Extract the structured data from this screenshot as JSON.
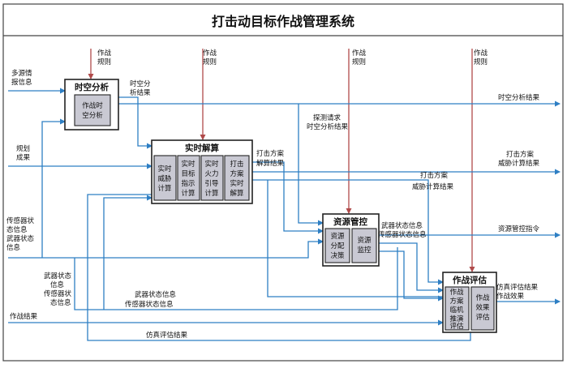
{
  "title": "打击动目标作战管理系统",
  "modules": {
    "spatio": {
      "title": "时空分析",
      "subs": [
        [
          "作战时",
          "空分析"
        ]
      ]
    },
    "realtime": {
      "title": "实时解算",
      "subs": [
        [
          "实时",
          "威胁",
          "计算"
        ],
        [
          "实时",
          "目标",
          "指示",
          "计算"
        ],
        [
          "实时",
          "火力",
          "引导",
          "计算"
        ],
        [
          "打击",
          "方案",
          "实时",
          "解算"
        ]
      ]
    },
    "resource": {
      "title": "资源管控",
      "subs": [
        [
          "资源",
          "分配",
          "决策"
        ],
        [
          "资源",
          "监控"
        ]
      ]
    },
    "assess": {
      "title": "作战评估",
      "subs": [
        [
          "作战",
          "方案",
          "临机",
          "推演",
          "评估"
        ],
        [
          "作战",
          "效果",
          "评估"
        ]
      ]
    }
  },
  "controls": [
    [
      "作战",
      "规则"
    ],
    [
      "作战",
      "规则"
    ],
    [
      "作战",
      "规则"
    ],
    [
      "作战",
      "规则"
    ]
  ],
  "inputs": {
    "multi_source": [
      "多源情",
      "报信息"
    ],
    "plan_result": [
      "规划",
      "成果"
    ],
    "sensor_weapon": [
      "传感器状",
      "态信息",
      "武器状态",
      "信息"
    ],
    "combat_result": "作战结果"
  },
  "outputs": {
    "spatio_result": "时空分析结果",
    "threat_result": [
      "打击方案",
      "威胁计算结果"
    ],
    "resource_cmd": "资源管控指令",
    "assess_result": [
      "仿真评估结果",
      "作战效果"
    ]
  },
  "internal": {
    "spatio_out": [
      "时空分",
      "析结果"
    ],
    "strike_plan": [
      "打击方案",
      "解算结果"
    ],
    "probe_req": [
      "探测请求",
      "时空分析结果"
    ],
    "threat_calc": [
      "打击方案",
      "威胁计算结果"
    ],
    "weapon_sensor_1": [
      "武器状态信息",
      "传感器状态信息"
    ],
    "weapon_sensor_2": [
      "武器状态",
      "信息",
      "传感器状",
      "态信息"
    ],
    "weapon_sensor_3": [
      "武器状态信息",
      "传感器状态信息"
    ],
    "sim_eval": "仿真评估结果"
  }
}
